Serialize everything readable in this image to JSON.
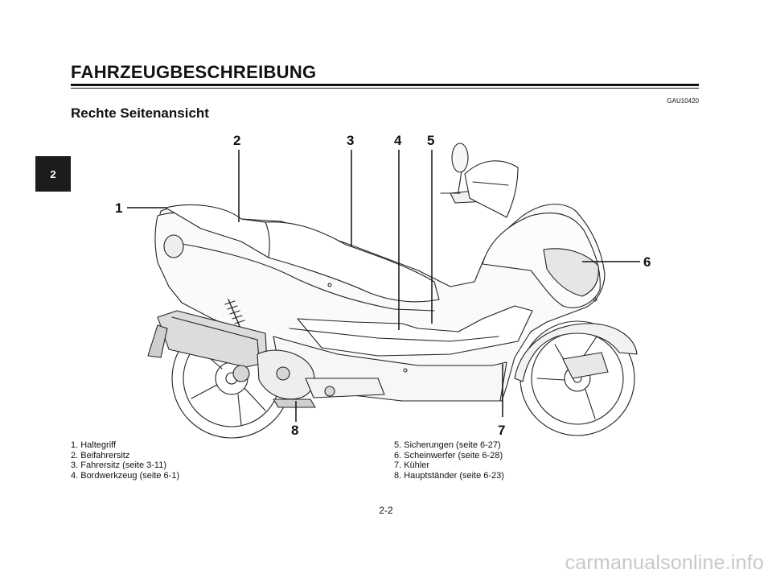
{
  "section_tab": "2",
  "chapter_title": "FAHRZEUGBESCHREIBUNG",
  "doc_code": "GAU10420",
  "section_heading": "Rechte Seitenansicht",
  "callouts": [
    "1",
    "2",
    "3",
    "4",
    "5",
    "6",
    "7",
    "8"
  ],
  "legend": {
    "left": [
      "1. Haltegriff",
      "2. Beifahrersitz",
      "3. Fahrersitz (seite 3-11)",
      "4. Bordwerkzeug (seite 6-1)"
    ],
    "right": [
      "5. Sicherungen (seite 6-27)",
      "6. Scheinwerfer (seite 6-28)",
      "7. Kühler",
      "8. Hauptständer (seite 6-23)"
    ]
  },
  "page_number": "2-2",
  "watermark": "carmanualsonline.info"
}
